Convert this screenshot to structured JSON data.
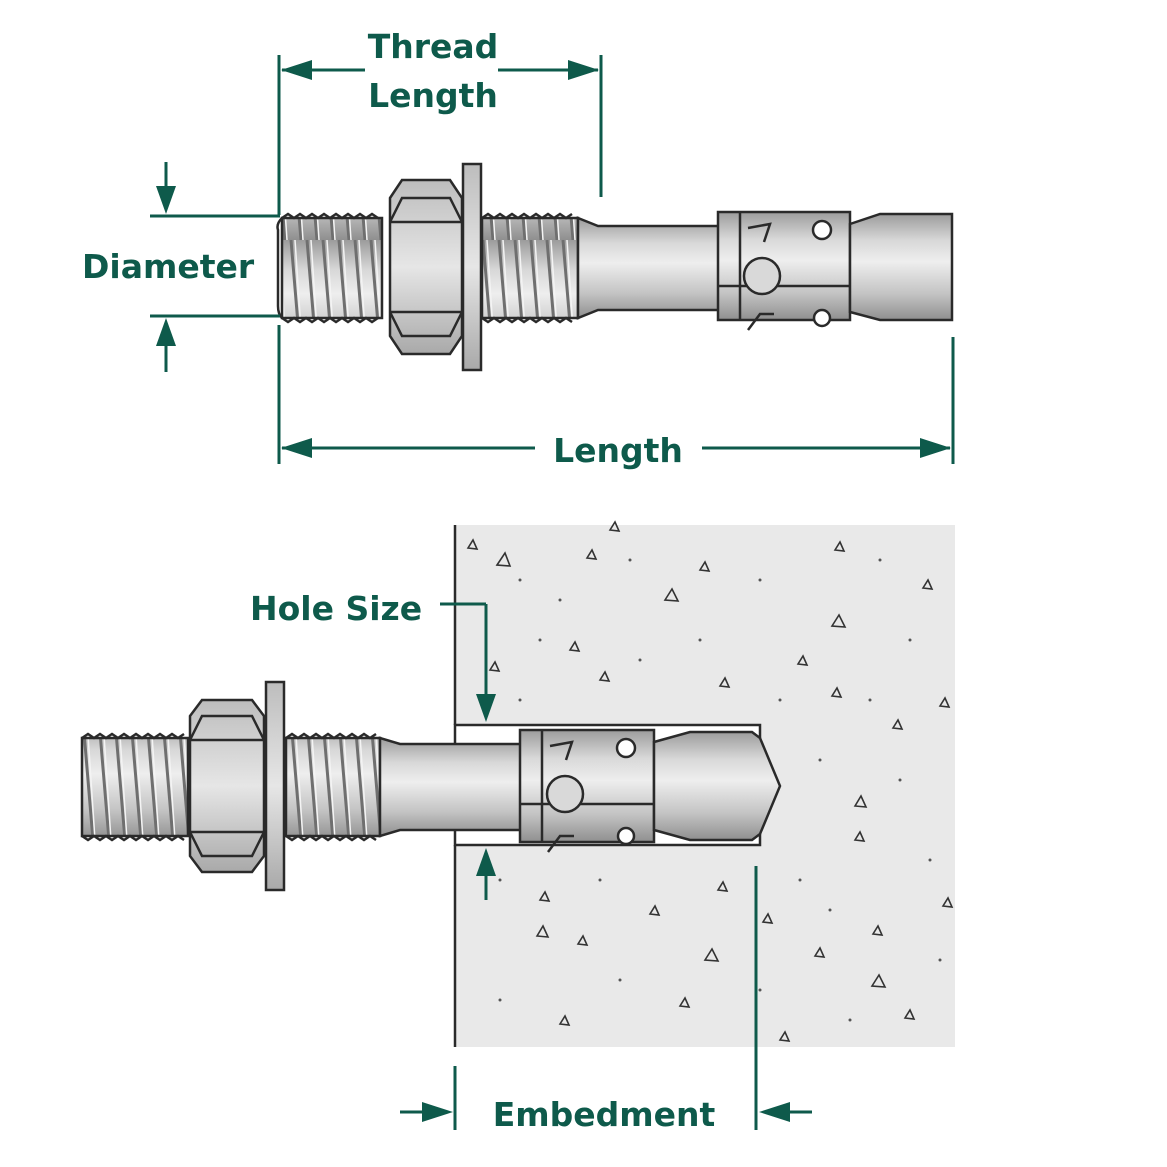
{
  "labels": {
    "thread_length_line1": "Thread",
    "thread_length_line2": "Length",
    "diameter": "Diameter",
    "length": "Length",
    "hole_size": "Hole Size",
    "embedment": "Embedment"
  },
  "colors": {
    "dimension_green": "#0e5a4b",
    "steel_light": "#e3e3e3",
    "steel_mid": "#c6c6c6",
    "steel_dark": "#9a9a9a",
    "concrete": "#e9e9e9",
    "outline": "#2a2a2a"
  }
}
